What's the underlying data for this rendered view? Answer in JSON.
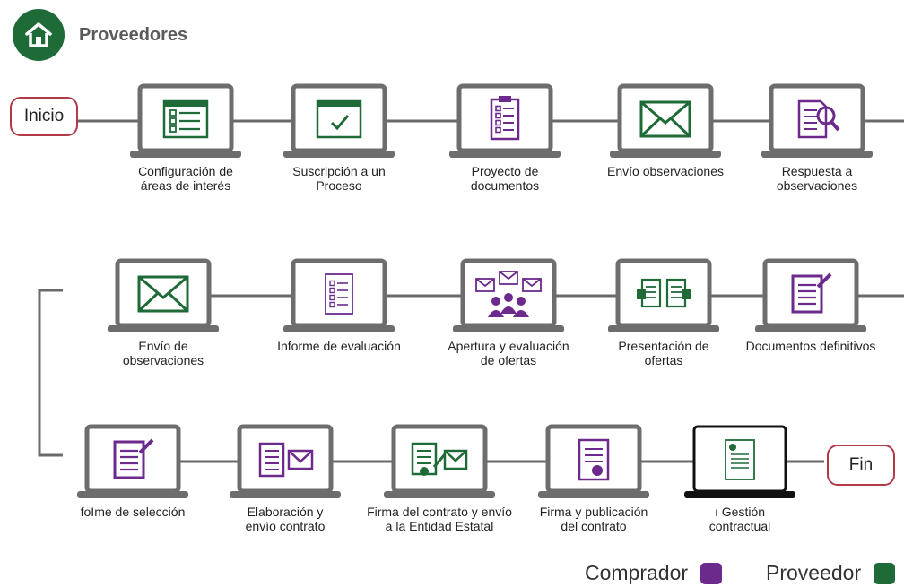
{
  "header": {
    "title": "Proveedores"
  },
  "start_label": "Inicio",
  "end_label": "Fin",
  "colors": {
    "comprador": "#6b2a8c",
    "proveedor": "#1e6b38",
    "pill_border": "#b03a48"
  },
  "steps": [
    {
      "label1": "Configuración de",
      "label2": "áreas de interés",
      "actor": "proveedor",
      "icon": "form-icon"
    },
    {
      "label1": "Suscripción a un",
      "label2": "Proceso",
      "actor": "proveedor",
      "icon": "checkmark-icon"
    },
    {
      "label1": "Proyecto de",
      "label2": "documentos",
      "actor": "comprador",
      "icon": "clipboard-icon"
    },
    {
      "label1": "Envío observaciones",
      "label2": "",
      "actor": "proveedor",
      "icon": "envelope-icon"
    },
    {
      "label1": "Respuesta a",
      "label2": "observaciones",
      "actor": "comprador",
      "icon": "document-search-icon"
    },
    {
      "label1": "Envío de",
      "label2": "observaciones",
      "actor": "proveedor",
      "icon": "envelope-icon"
    },
    {
      "label1": "Informe de evaluación",
      "label2": "",
      "actor": "comprador",
      "icon": "report-icon"
    },
    {
      "label1": "Apertura y evaluación",
      "label2": "de ofertas",
      "actor": "comprador",
      "icon": "group-envelopes-icon"
    },
    {
      "label1": "Presentación de",
      "label2": "ofertas",
      "actor": "proveedor",
      "icon": "offers-icon"
    },
    {
      "label1": "Documentos definitivos",
      "label2": "",
      "actor": "comprador",
      "icon": "document-pen-icon"
    },
    {
      "label1": "foIme de selección",
      "label2": "",
      "actor": "comprador",
      "icon": "document-pen-icon"
    },
    {
      "label1": "Elaboración y",
      "label2": "envío contrato",
      "actor": "comprador",
      "icon": "doc-envelope-icon"
    },
    {
      "label1": "Firma del contrato y envío",
      "label2": "a la Entidad Estatal",
      "actor": "proveedor",
      "icon": "signed-contract-icon"
    },
    {
      "label1": "Firma y publicación",
      "label2": "del contrato",
      "actor": "comprador",
      "icon": "certificate-icon"
    },
    {
      "label1": "ı Gestión",
      "label2": "contractual",
      "actor": "proveedor",
      "icon": "contract-management-icon"
    }
  ],
  "legend": {
    "comprador": "Comprador",
    "proveedor": "Proveedor"
  }
}
